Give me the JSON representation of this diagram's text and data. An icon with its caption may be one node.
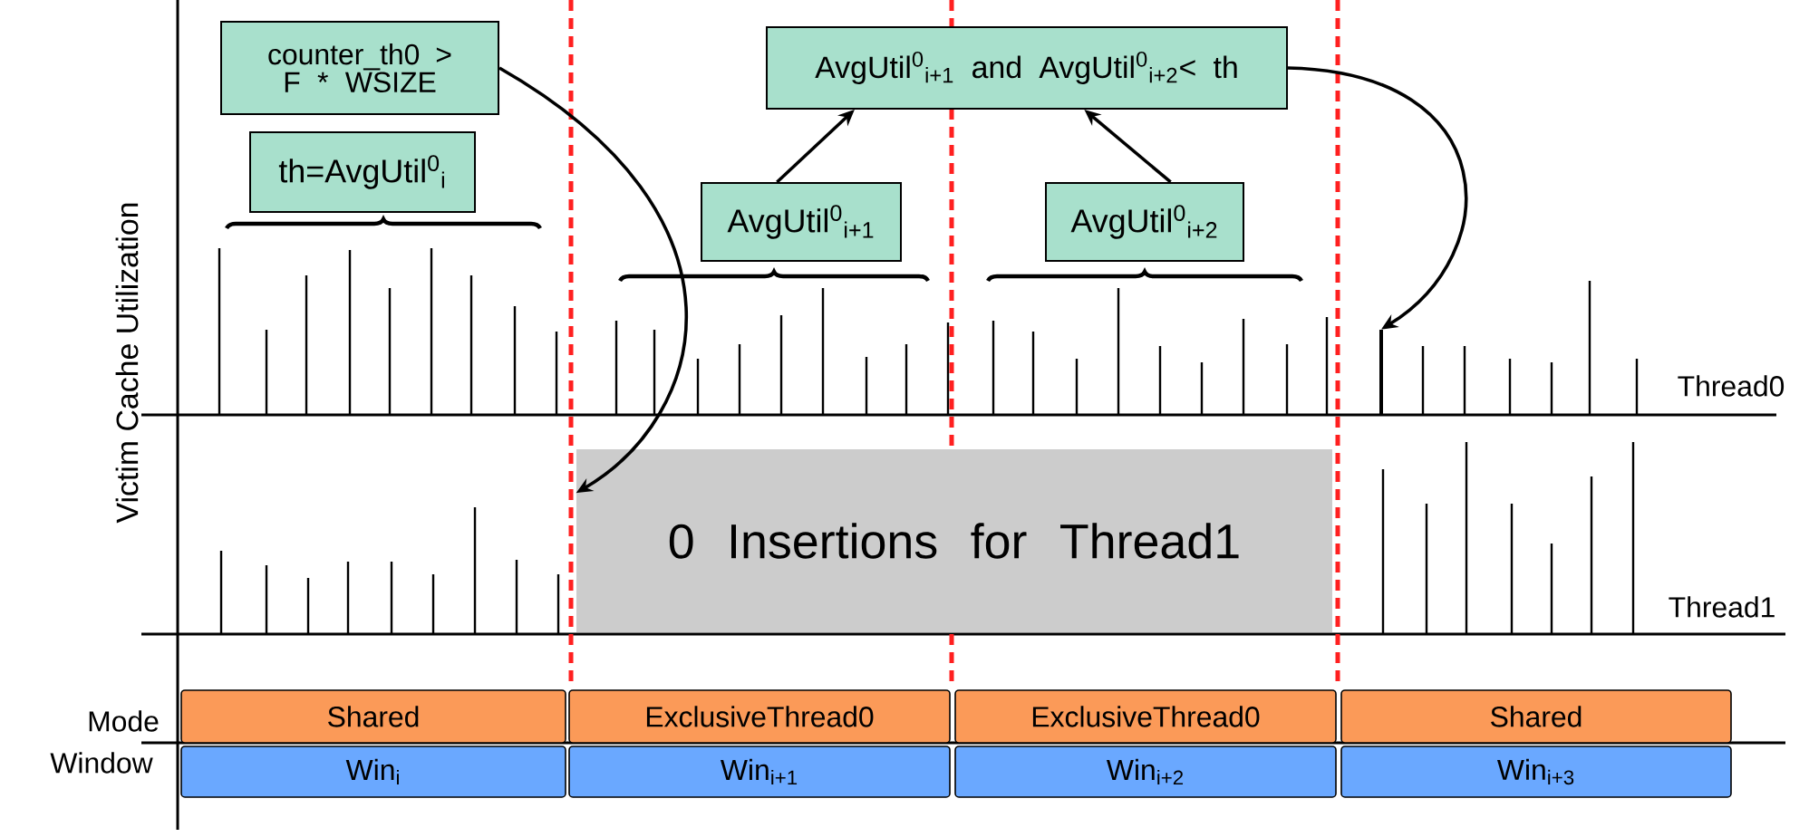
{
  "diagram": {
    "nodes": [
      {
        "text": [
          "counter_th0 > F * WSIZE"
        ]
      },
      {
        "text": [
          "th=AvgUtil$^{0}$$_{i}$"
        ]
      },
      {
        "text": [
          "AvgUtil$^{0}$$_{i+1}$ and AvgUtil$^{0}$$_{i+2}$< th"
        ]
      },
      {
        "text": [
          "AvgUtil$^{0}$$_{i+1}$"
        ]
      },
      {
        "text": [
          "AvgUtil$^{0}$$_{i+2}$"
        ]
      },
      {
        "text": [
          "0 Insertions for Thread1"
        ]
      },
      {
        "text": [],
        "shape": "bar"
      },
      {
        "text": [
          "Shared"
        ]
      },
      {
        "text": [
          "ExclusiveThread0"
        ]
      },
      {
        "text": [
          "ExclusiveThread0"
        ]
      },
      {
        "text": [
          "Shared"
        ]
      },
      {
        "text": [
          "Win$_{i}$"
        ]
      },
      {
        "text": [
          "Win$_{i+1}$"
        ]
      },
      {
        "text": [
          "Win$_{i+2}$"
        ]
      },
      {
        "text": [
          "Win$_{i+3}$"
        ]
      }
    ],
    "edges": [
      {
        "from": 0,
        "to": 5,
        "arrow": "to"
      },
      {
        "from": 3,
        "to": 2,
        "arrow": "to"
      },
      {
        "from": 4,
        "to": 2,
        "arrow": "to"
      },
      {
        "from": 2,
        "to": 6,
        "arrow": "to"
      }
    ],
    "labels": [
      "Victim Cache Utilization",
      "Thread0",
      "Thread1",
      "Mode",
      "Window"
    ]
  }
}
